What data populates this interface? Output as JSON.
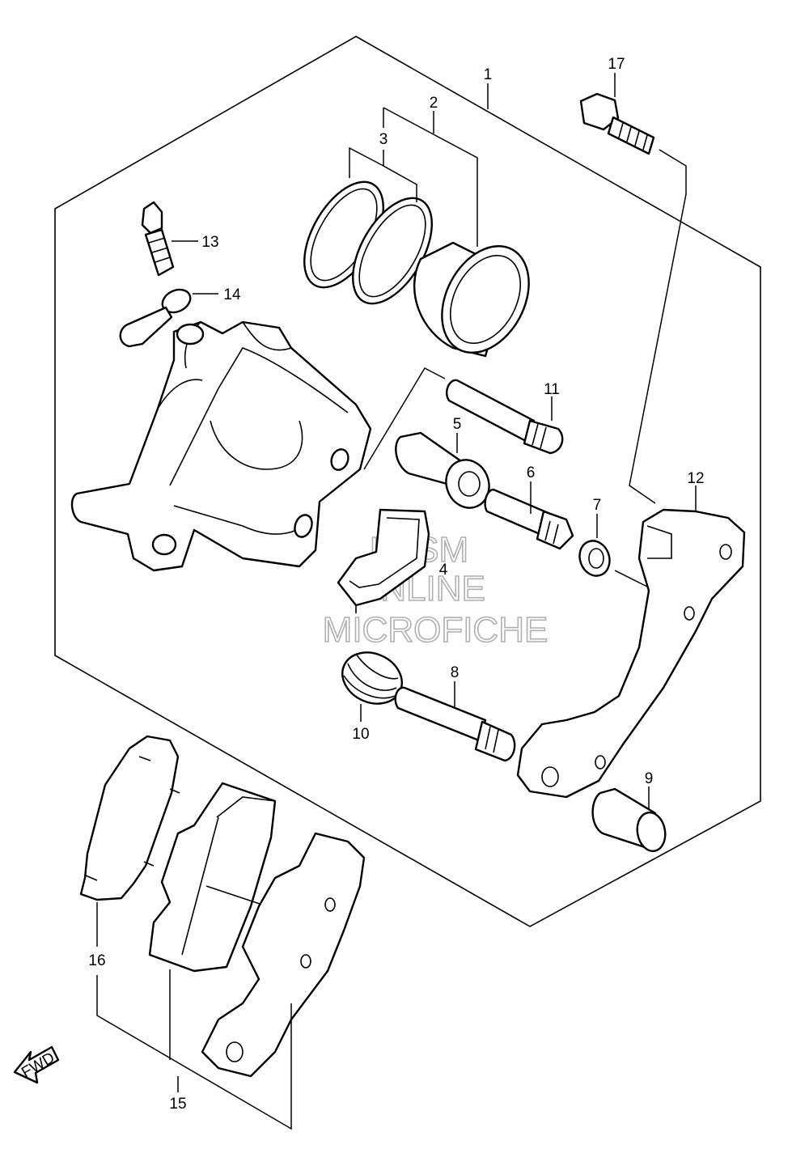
{
  "diagram": {
    "part_numbers": [
      "1",
      "2",
      "3",
      "4",
      "5",
      "6",
      "7",
      "8",
      "9",
      "10",
      "11",
      "12",
      "13",
      "14",
      "15",
      "16",
      "17"
    ],
    "direction_label": "FWD",
    "watermark": [
      "HLSM",
      "ONLINE",
      "MICROFICHE"
    ]
  }
}
